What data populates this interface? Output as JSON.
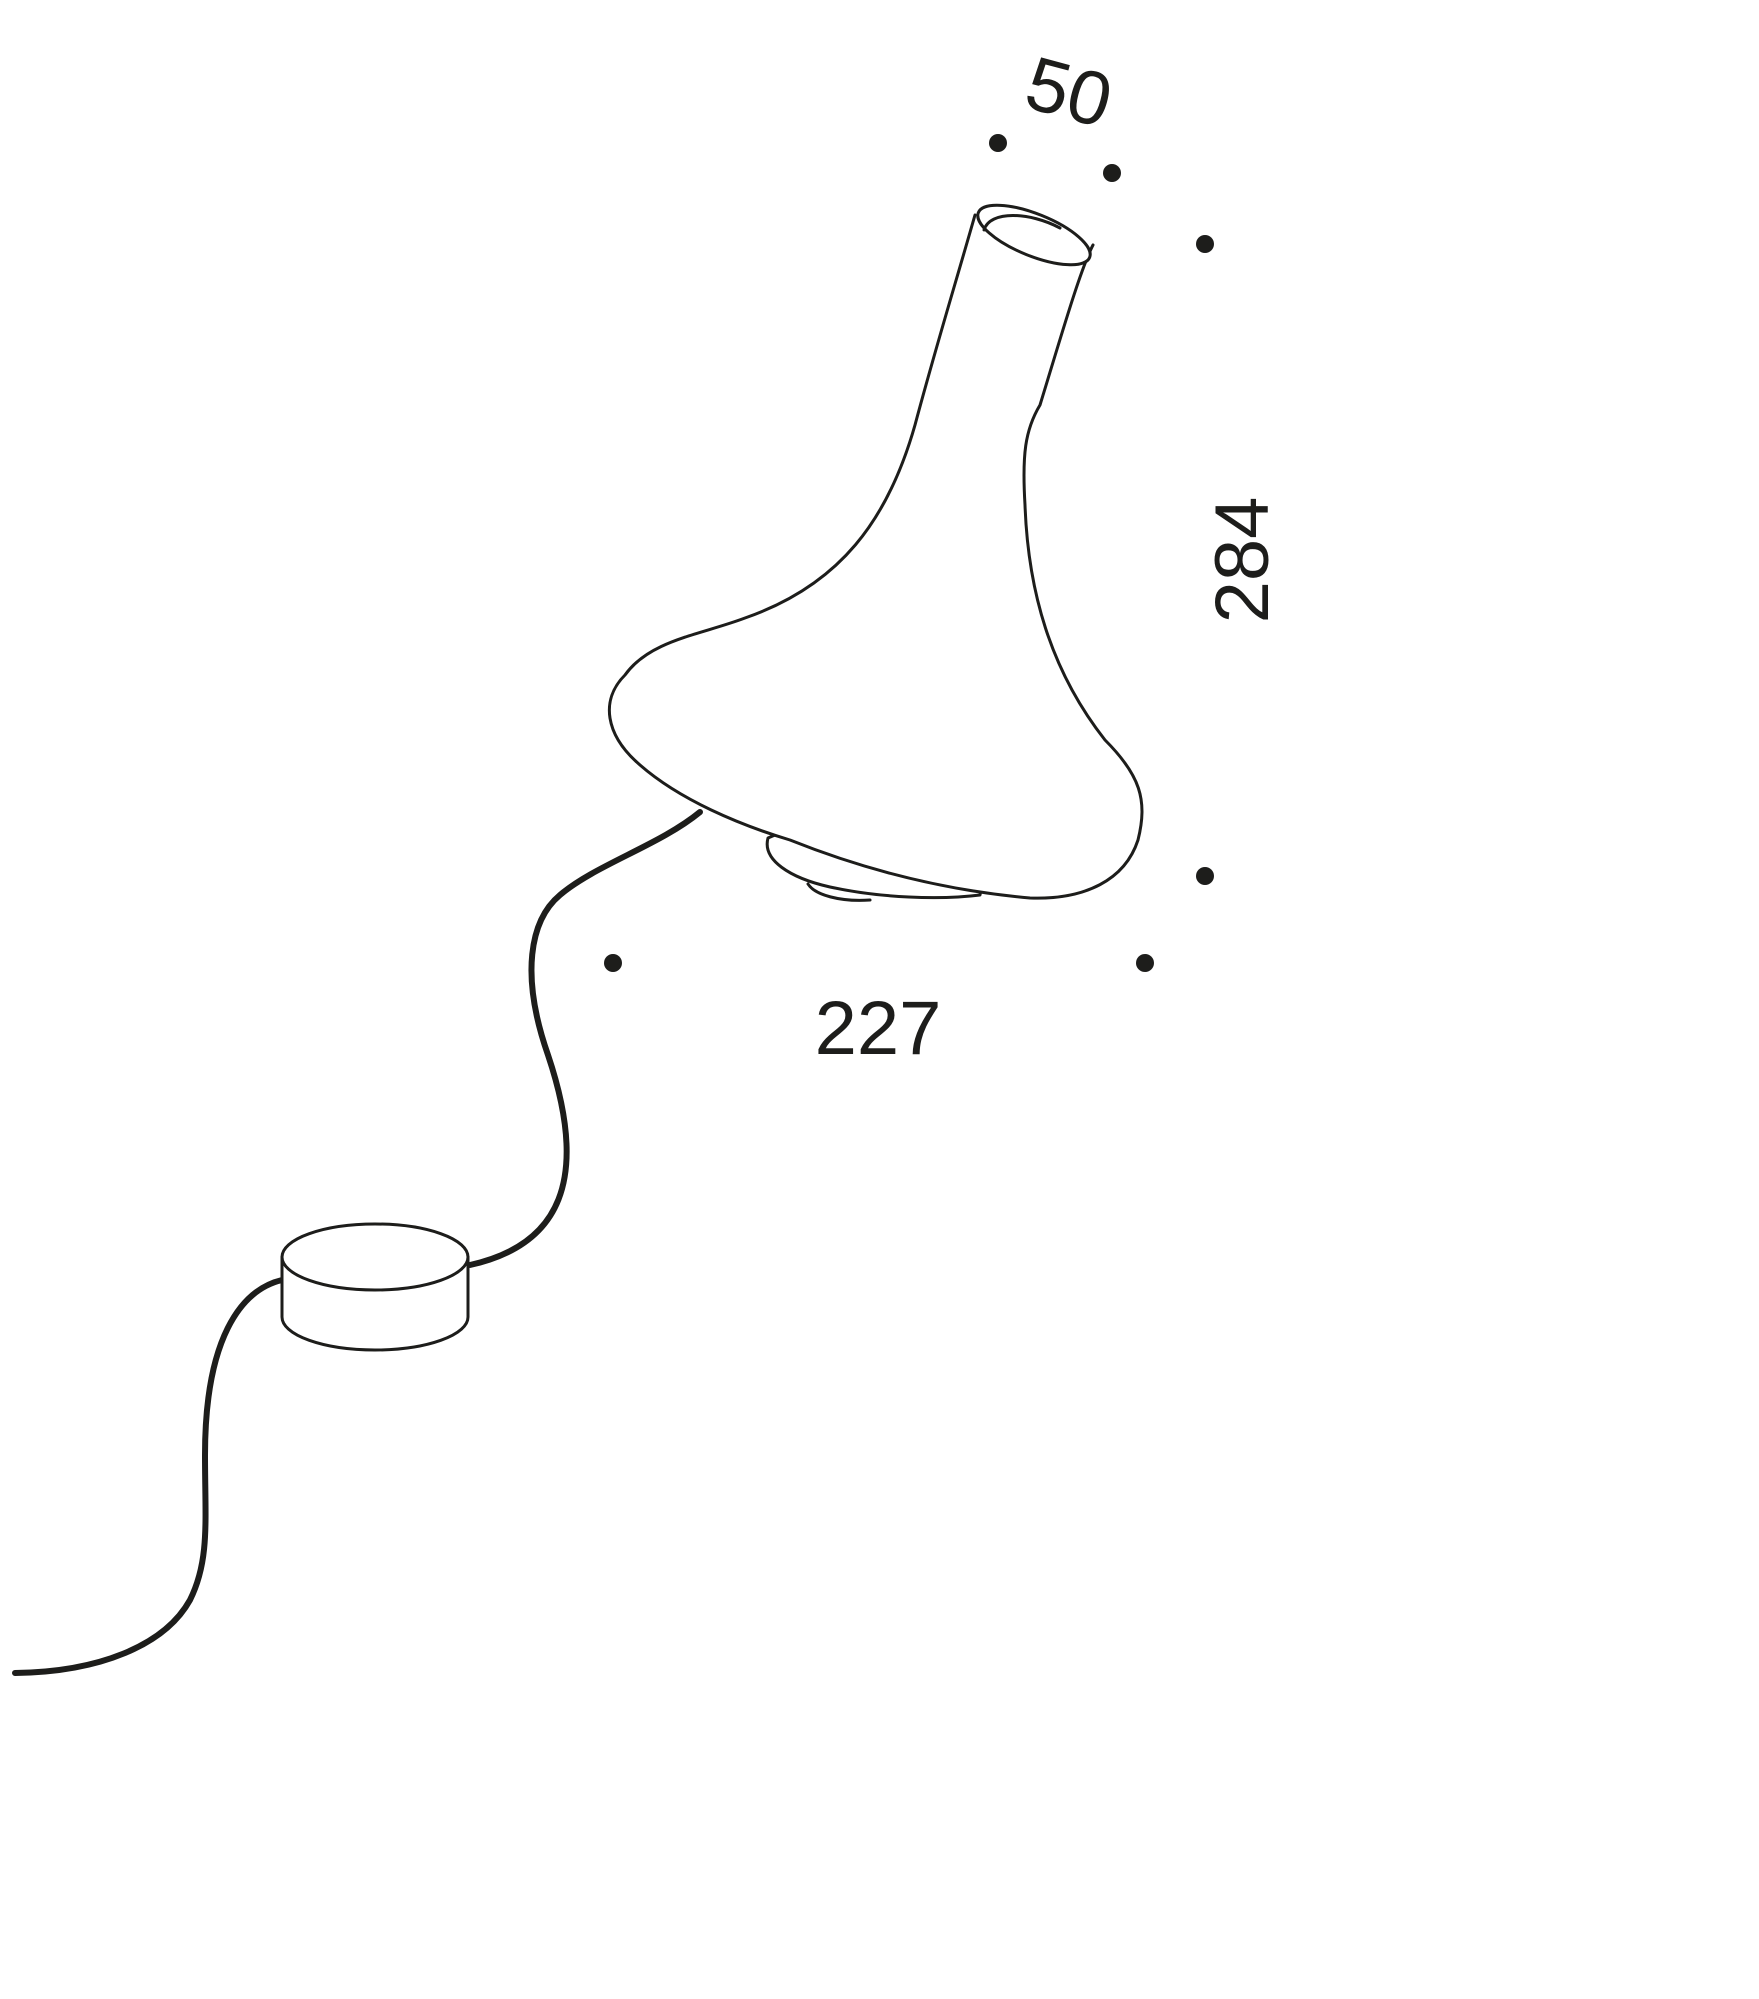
{
  "dimensions": {
    "top_opening": "50",
    "height": "284",
    "base_width": "227"
  },
  "colors": {
    "line": "#1d1d1b",
    "background": "#ffffff"
  }
}
